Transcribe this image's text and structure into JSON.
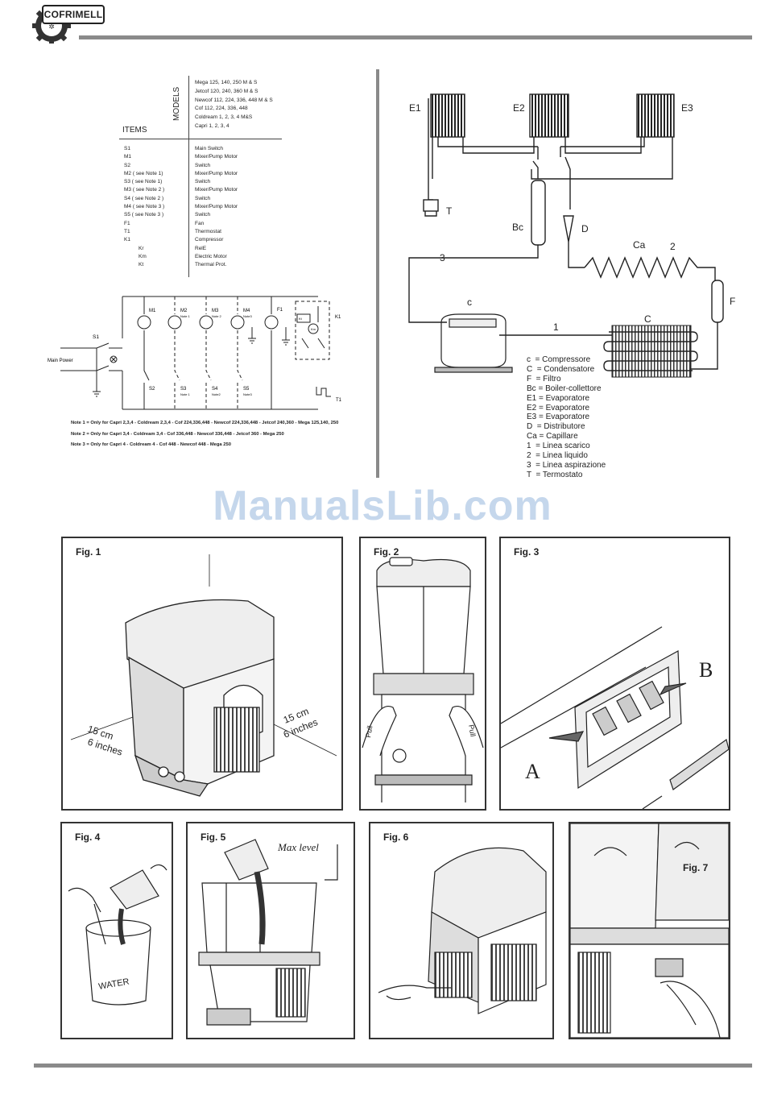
{
  "brand": {
    "name": "COFRIMELL"
  },
  "items_table": {
    "models_header": "MODELS",
    "items_header": "ITEMS",
    "models": [
      "Mega 125, 140, 250 M & S",
      "Jetcof 120, 240, 360 M & S",
      "Newcof 112, 224, 336, 448 M & S",
      "Cof 112, 224, 336, 448",
      "Coldream 1, 2, 3, 4 M&S",
      "Capri 1, 2, 3, 4"
    ],
    "rows": [
      {
        "code": "S1",
        "desc": "Main Switch"
      },
      {
        "code": "M1",
        "desc": "Mixer/Pump Motor"
      },
      {
        "code": "S2",
        "desc": "Switch"
      },
      {
        "code": "M2  ( see Note 1)",
        "desc": "Mixer/Pump Motor"
      },
      {
        "code": "S3  ( see Note 1)",
        "desc": "Switch"
      },
      {
        "code": "M3  ( see Note 2 )",
        "desc": "Mixer/Pump Motor"
      },
      {
        "code": "S4  ( see Note 2 )",
        "desc": "Switch"
      },
      {
        "code": "M4  ( see Note 3 )",
        "desc": "Mixer/Pump Motor"
      },
      {
        "code": "S5  ( see Note 3 )",
        "desc": "Switch"
      },
      {
        "code": "F1",
        "desc": "Fan"
      },
      {
        "code": "T1",
        "desc": "Thermostat"
      },
      {
        "code": "K1",
        "desc": "Compressor"
      },
      {
        "code": "          Kr",
        "desc": "RelE"
      },
      {
        "code": "          Km",
        "desc": "Electric Motor"
      },
      {
        "code": "          Kt",
        "desc": "Thermal Prot."
      }
    ]
  },
  "wiring": {
    "s1": "S1",
    "main_power": "Main Power",
    "motors": [
      {
        "label": "M1",
        "note": ""
      },
      {
        "label": "M2",
        "note": "Note 1"
      },
      {
        "label": "M3",
        "note": "Note 2"
      },
      {
        "label": "M4",
        "note": "Note3"
      }
    ],
    "switches": [
      {
        "label": "S2",
        "note": ""
      },
      {
        "label": "S3",
        "note": "Note 1"
      },
      {
        "label": "S4",
        "note": "Note2"
      },
      {
        "label": "S5",
        "note": "Note3"
      }
    ],
    "f1": "F1",
    "k1": "K1",
    "kt": "Kt",
    "km": "Km",
    "t1": "T1"
  },
  "notes": [
    "Note 1 = Only for Capri 2,3,4 - Coldream 2,3,4 - Cof 224,336,448 - Newcof 224,336,448 - Jetcof 240,360 - Mega 125,140, 250",
    "Note 2 = Only for Capri 3,4 - Coldream 3,4 - Cof 336,448 - Newcof 336,448 - Jetcof 360 - Mega 250",
    "Note 3 = Only for Capri 4 - Coldream 4 - Cof 448 - Newcof 448 - Mega 250"
  ],
  "refrigeration": {
    "labels": {
      "e1": "E1",
      "e2": "E2",
      "e3": "E3",
      "t": "T",
      "bc": "Bc",
      "d": "D",
      "ca": "Ca",
      "two": "2",
      "three": "3",
      "f": "F",
      "c_small": "c",
      "one": "1",
      "c_big": "C"
    },
    "legend": [
      "c  = Compressore",
      "C  = Condensatore",
      "F  = Filtro",
      "Bc = Boiler-collettore",
      "E1 = Evaporatore",
      "E2 = Evaporatore",
      "E3 = Evaporatore",
      "D  = Distributore",
      "Ca = Capillare",
      "1  = Linea scarico",
      "2  = Linea liquido",
      "3  = Linea aspirazione",
      "T  = Termostato"
    ]
  },
  "watermark": "ManualsLib.com",
  "figures": {
    "fig1": {
      "caption": "Fig. 1",
      "dim_left": "15 cm",
      "dim_left_in": "6 inches",
      "dim_right": "15 cm",
      "dim_right_in": "6 inches"
    },
    "fig2": {
      "caption": "Fig. 2",
      "pull": "Pull"
    },
    "fig3": {
      "caption": "Fig. 3",
      "a": "A",
      "b": "B"
    },
    "fig4": {
      "caption": "Fig. 4",
      "water": "WATER"
    },
    "fig5": {
      "caption": "Fig. 5",
      "max_level": "Max level"
    },
    "fig6": {
      "caption": "Fig. 6"
    },
    "fig7": {
      "caption": "Fig. 7"
    }
  }
}
